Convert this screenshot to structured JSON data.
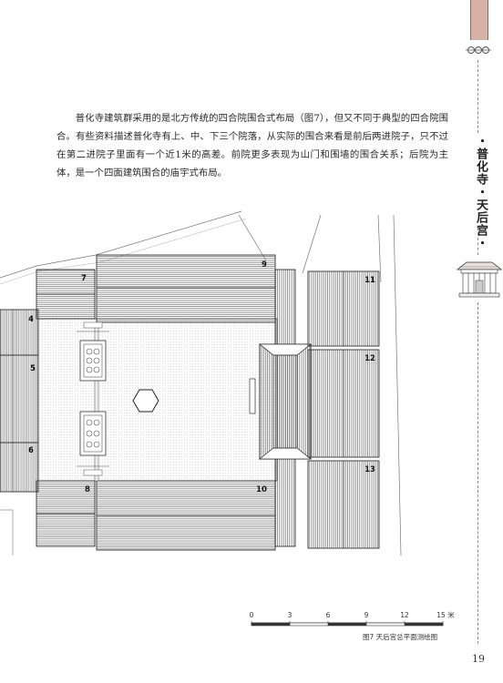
{
  "body_text": "普化寺建筑群采用的是北方传统的四合院围合式布局（图7），但又不同于典型的四合院围合。有些资料描述普化寺有上、中、下三个院落，从实际的围合来看是前后两进院子，只不过在第二进院子里面有一个近1米的高差。前院更多表现为山门和围墙的围合关系；后院为主体，是一个四面建筑围合的庙宇式布局。",
  "side_title": "・普化寺・天后宫・",
  "figure": {
    "caption": "图7  天后宫总平面测绘图",
    "labels": [
      "4",
      "5",
      "6",
      "7",
      "8",
      "9",
      "10",
      "11",
      "12",
      "13"
    ],
    "scale": {
      "ticks": [
        "0",
        "3",
        "6",
        "9",
        "12",
        "15"
      ],
      "unit": "米"
    }
  },
  "page_number": "19",
  "colors": {
    "accent_tab": "#d6b2a6",
    "line": "#333333"
  }
}
